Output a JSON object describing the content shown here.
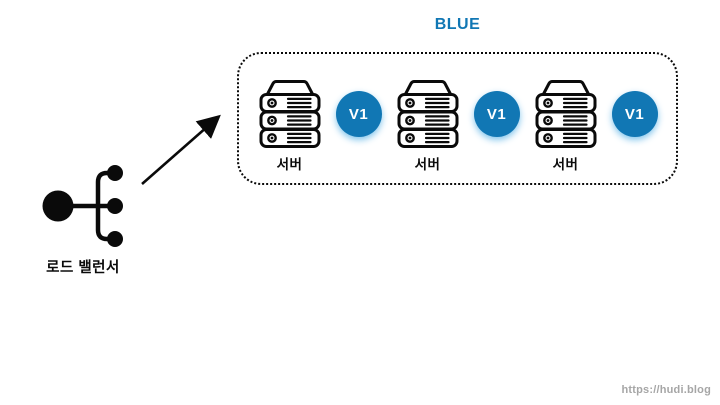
{
  "page": {
    "background": "#ffffff",
    "accent_blue": "#1177b4",
    "stroke_black": "#0a0a0a",
    "footer": {
      "link_text": "https://hudi.blog"
    }
  },
  "blue_group": {
    "title": "BLUE",
    "servers": [
      {
        "label": "서버",
        "version": "V1"
      },
      {
        "label": "서버",
        "version": "V1"
      },
      {
        "label": "서버",
        "version": "V1"
      }
    ]
  },
  "load_balancer": {
    "label": "로드 밸런서"
  }
}
